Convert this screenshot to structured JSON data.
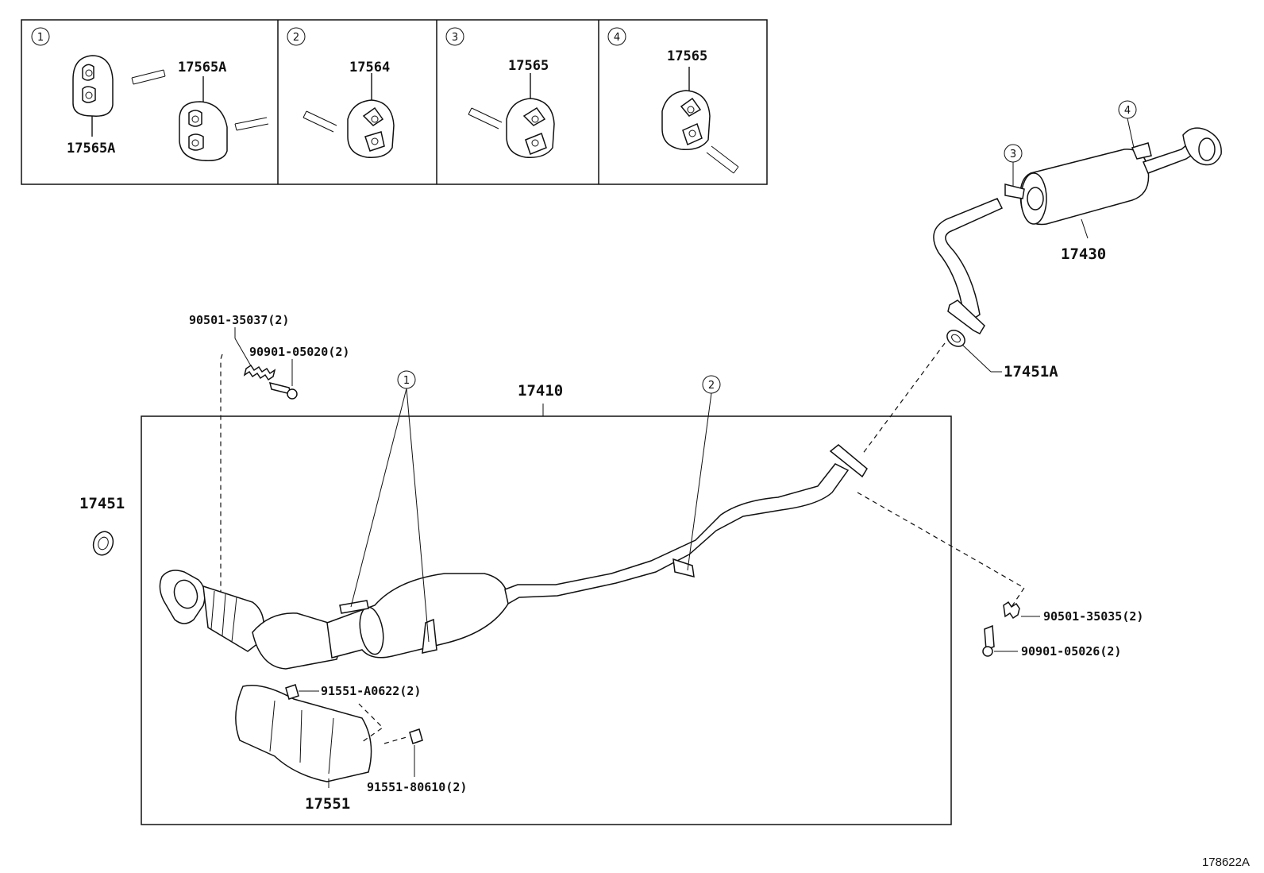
{
  "inset_panels": [
    {
      "circle": "1",
      "labels": [
        "17565A",
        "17565A"
      ]
    },
    {
      "circle": "2",
      "labels": [
        "17564"
      ]
    },
    {
      "circle": "3",
      "labels": [
        "17565"
      ]
    },
    {
      "circle": "4",
      "labels": [
        "17565"
      ]
    }
  ],
  "parts": {
    "muffler": "17430",
    "muffler_gasket": "17451A",
    "exhaust_pipe_assy": "17410",
    "front_gasket": "17451",
    "heat_insulator": "17551",
    "front_spring": "90501-35037(2)",
    "front_bolt": "90901-05020(2)",
    "rear_spring": "90501-35035(2)",
    "rear_bolt": "90901-05026(2)",
    "insulator_bolt_upper": "91551-A0622(2)",
    "insulator_bolt_lower": "91551-80610(2)"
  },
  "callouts": {
    "hanger_1": "1",
    "hanger_2": "2",
    "hanger_3": "3",
    "hanger_4": "4"
  },
  "figure_code": "178622A"
}
